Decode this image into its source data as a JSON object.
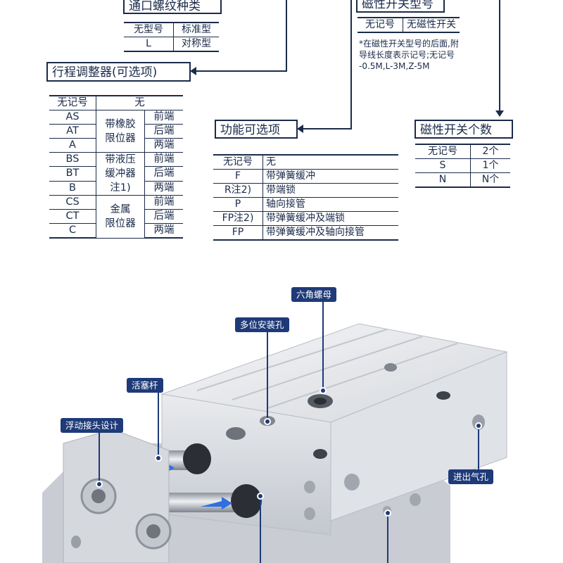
{
  "thread_type": {
    "title": "通口螺纹种类",
    "rows": [
      [
        "无型号",
        "标准型"
      ],
      [
        "L",
        "对称型"
      ]
    ]
  },
  "stroke_adjuster": {
    "title": "行程调整器(可选项)",
    "header": [
      "无记号",
      "无"
    ],
    "groups": [
      {
        "codes": [
          "AS",
          "AT",
          "A"
        ],
        "desc": "带橡胶\n限位器",
        "ends": [
          "前端",
          "后端",
          "两端"
        ]
      },
      {
        "codes": [
          "BS",
          "BT",
          "B"
        ],
        "desc": "带液压\n缓冲器\n注1)",
        "ends": [
          "前端",
          "后端",
          "两端"
        ]
      },
      {
        "codes": [
          "CS",
          "CT",
          "C"
        ],
        "desc": "金属\n限位器",
        "ends": [
          "前端",
          "后端",
          "两端"
        ]
      }
    ]
  },
  "function_options": {
    "title": "功能可选项",
    "rows": [
      [
        "无记号",
        "无"
      ],
      [
        "F",
        "带弹簧缓冲"
      ],
      [
        "R注2)",
        "带端锁"
      ],
      [
        "P",
        "轴向接管"
      ],
      [
        "FP注2)",
        "带弹簧缓冲及端锁"
      ],
      [
        "FP",
        "带弹簧缓冲及轴向接管"
      ]
    ]
  },
  "switch_model": {
    "title": "磁性开关型号",
    "row": [
      "无记号",
      "无磁性开关"
    ],
    "note": [
      "*在磁性开关型号的后面,附",
      "导线长度表示记号;无记号",
      "-0.5M,L-3M,Z-5M"
    ]
  },
  "switch_count": {
    "title": "磁性开关个数",
    "rows": [
      [
        "无记号",
        "2个"
      ],
      [
        "S",
        "1个"
      ],
      [
        "N",
        "N个"
      ]
    ]
  },
  "callouts": {
    "hex_nut": "六角螺母",
    "mount_holes": "多位安装孔",
    "piston_rod": "活塞杆",
    "floating_joint": "浮动接头设计",
    "air_port": "进出气孔"
  },
  "colors": {
    "navy": "#1b2b4a",
    "callout_bg": "#1e3a78",
    "metal_light": "#e8eaee",
    "metal_dark": "#a7acb6"
  }
}
